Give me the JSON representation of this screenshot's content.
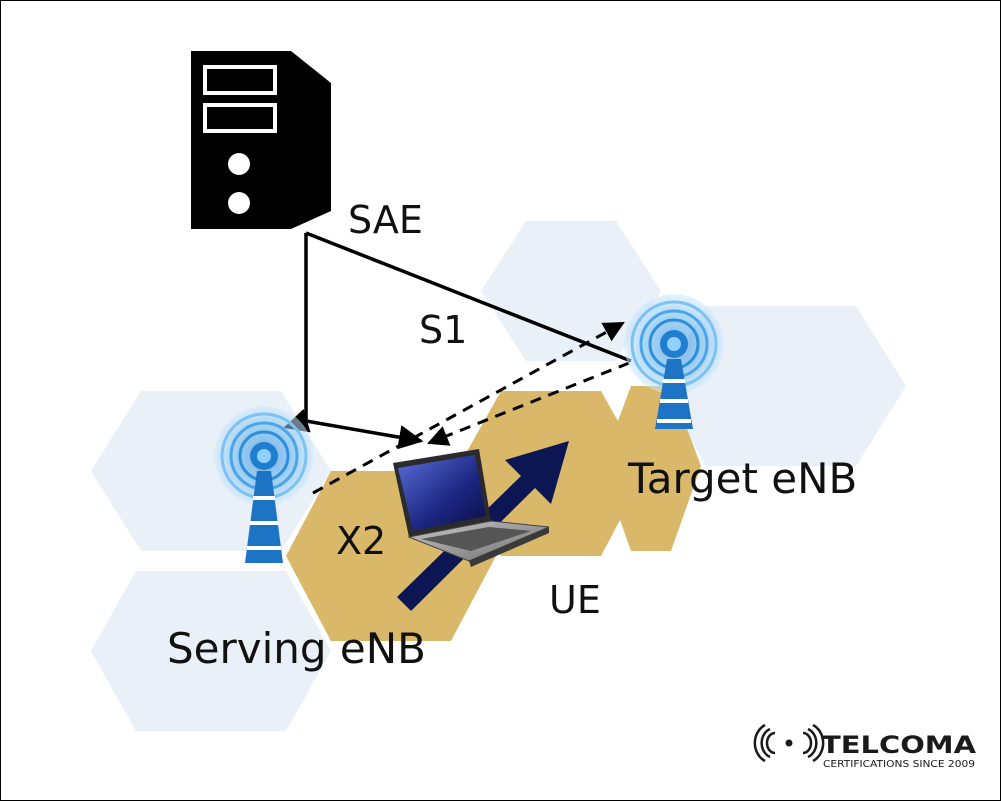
{
  "labels": {
    "sae": "SAE",
    "s1": "S1",
    "x2": "X2",
    "ue": "UE",
    "serving": "Serving eNB",
    "target": "Target eNB"
  },
  "brand": {
    "name": "TELCOMA",
    "tagline": "CERTIFICATIONS SINCE 2009"
  },
  "colors": {
    "cell_light": "#e9f0f8",
    "cell_active": "#d9b869",
    "arrow_fill": "#0c1652",
    "antenna_blue": "#2a8fd6"
  }
}
